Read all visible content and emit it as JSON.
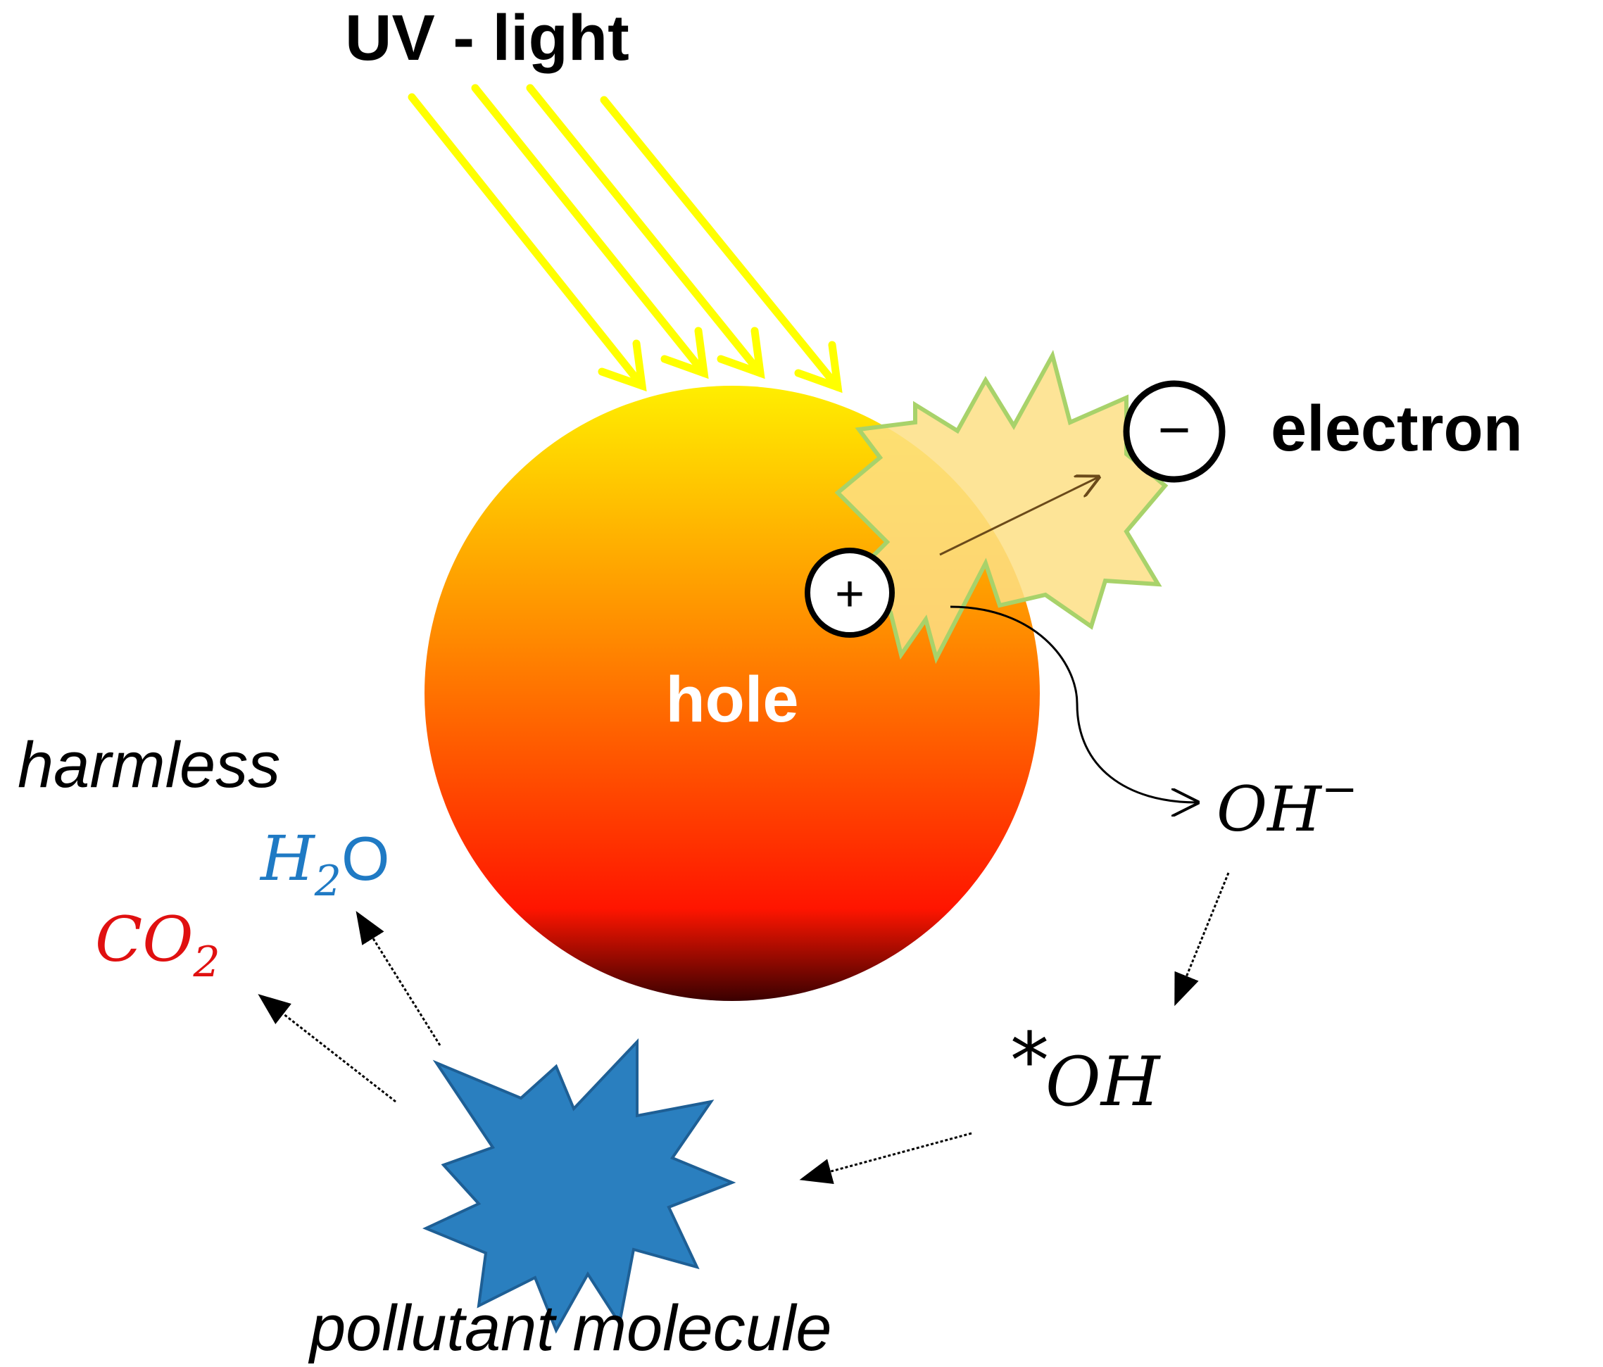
{
  "labels": {
    "uv_light": "UV - light",
    "electron": "electron",
    "hole": "hole",
    "harmless": "harmless",
    "pollutant_molecule": "pollutant molecule",
    "electron_symbol": "−",
    "hole_symbol": "+"
  },
  "species": {
    "hydroxide": {
      "base": "OH",
      "sup": "−"
    },
    "hydroxyl_radical": {
      "prefix": "*",
      "base": "OH"
    },
    "water": {
      "base": "H",
      "sub": "2",
      "tail": "O"
    },
    "carbon_dioxide": {
      "base": "CO",
      "sub": "2"
    }
  },
  "colors": {
    "uv_arrows": "#ffff00",
    "particle_top": "#ffee00",
    "particle_mid": "#ff8800",
    "particle_low": "#ff1a00",
    "particle_bottom": "#3a0000",
    "burst_fill": "#fde08a",
    "burst_stroke": "#a9d46a",
    "pollutant": "#2a7fbf",
    "water_text": "#1f7ac4",
    "co2_text": "#e01010",
    "hole_text": "#ffffff"
  }
}
